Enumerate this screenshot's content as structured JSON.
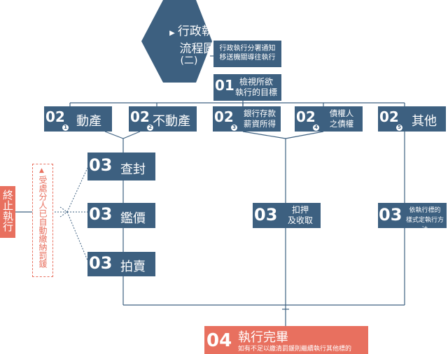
{
  "title": {
    "line1": "行政執行",
    "line2": "流程圖",
    "line3": "(二)"
  },
  "title_note": {
    "line1": "行政執行分署通知",
    "line2": "移送機關導往執行"
  },
  "step01": {
    "num": "01",
    "line1": "檢視所欲",
    "line2": "執行的目標"
  },
  "targets": [
    {
      "num": "02",
      "marker": "1",
      "label": "動產"
    },
    {
      "num": "02",
      "marker": "2",
      "label": "不動產"
    },
    {
      "num": "02",
      "marker": "3",
      "label1": "銀行存款",
      "label2": "薪資所得"
    },
    {
      "num": "02",
      "marker": "4",
      "label1": "債權人",
      "label2": "之債權"
    },
    {
      "num": "02",
      "marker": "5",
      "label": "其他"
    }
  ],
  "step03": [
    {
      "num": "03",
      "label": "查封"
    },
    {
      "num": "03",
      "label": "鑑價"
    },
    {
      "num": "03",
      "label": "拍賣"
    },
    {
      "num": "03",
      "label1": "扣押",
      "label2": "及收取"
    },
    {
      "num": "03",
      "label1": "依執行標的",
      "label2": "樣式定執行方法"
    }
  ],
  "side_note": {
    "arrow": "▲",
    "text": "受處分人已自動繳納罰鍰"
  },
  "terminate": {
    "text": "終止執行"
  },
  "step04": {
    "num": "04",
    "label": "執行完畢",
    "sub": "如有不足以繳清罰鍰則繼續執行其他標的"
  },
  "colors": {
    "primary": "#3d6080",
    "accent": "#e8705f",
    "line": "#3d6080"
  }
}
